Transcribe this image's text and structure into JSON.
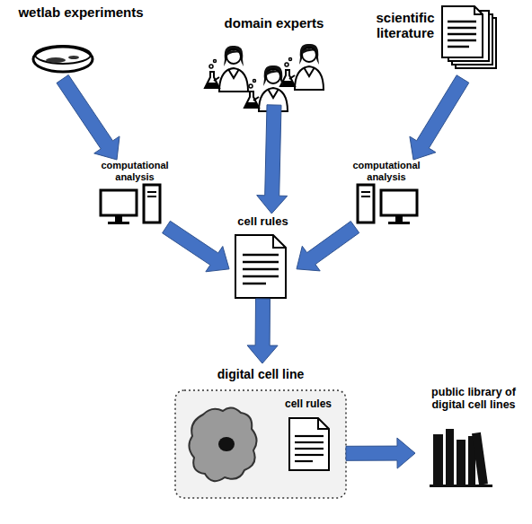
{
  "diagram": {
    "nodes": [
      {
        "text": [
          "wetlab experiments"
        ]
      },
      {
        "text": [
          "domain experts"
        ]
      },
      {
        "text": [
          "scientific literature"
        ]
      },
      {
        "text": [
          "computational analysis"
        ]
      },
      {
        "text": [
          "computational analysis"
        ]
      },
      {
        "text": [
          "cell rules"
        ]
      },
      {
        "text": [
          "digital cell line"
        ]
      },
      {
        "text": [
          "cell rules"
        ],
        "in": 6
      },
      {
        "text": [
          "public library of digital cell lines"
        ]
      }
    ],
    "edges": [
      {
        "from": 0,
        "to": 3,
        "arrow": "to"
      },
      {
        "from": 1,
        "to": 5,
        "arrow": "to"
      },
      {
        "from": 2,
        "to": 4,
        "arrow": "to"
      },
      {
        "from": 3,
        "to": 5,
        "arrow": "to"
      },
      {
        "from": 4,
        "to": 5,
        "arrow": "to"
      },
      {
        "from": 5,
        "to": 6,
        "arrow": "to"
      },
      {
        "from": 6,
        "to": 8,
        "arrow": "to"
      }
    ]
  }
}
